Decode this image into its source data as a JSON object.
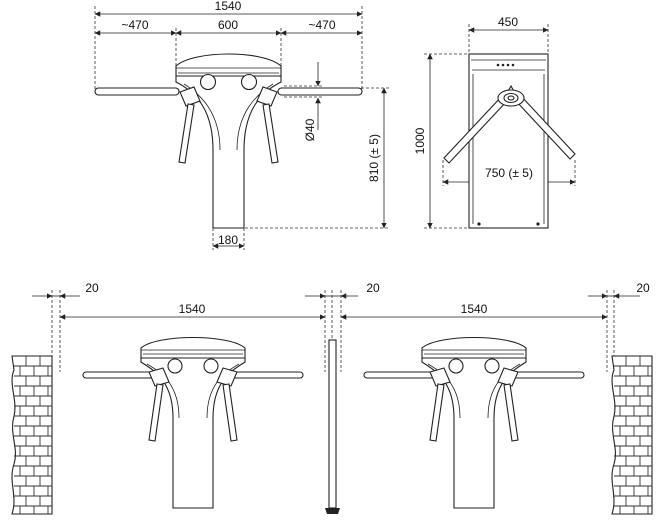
{
  "drawing": {
    "top_view": {
      "overall_width": "1540",
      "arm_left": "~470",
      "center_width": "600",
      "arm_right": "~470",
      "arm_diameter": "Ø40",
      "arm_height": "810 (± 5)",
      "base_width": "180"
    },
    "side_view": {
      "top_width": "450",
      "height": "1000",
      "arm_span": "750 (± 5)"
    },
    "installation_view": {
      "gap_left": "20",
      "span_left": "1540",
      "gap_middle": "20",
      "span_right": "1540",
      "gap_right": "20"
    }
  },
  "colors": {
    "line": "#222222",
    "background": "#ffffff"
  }
}
